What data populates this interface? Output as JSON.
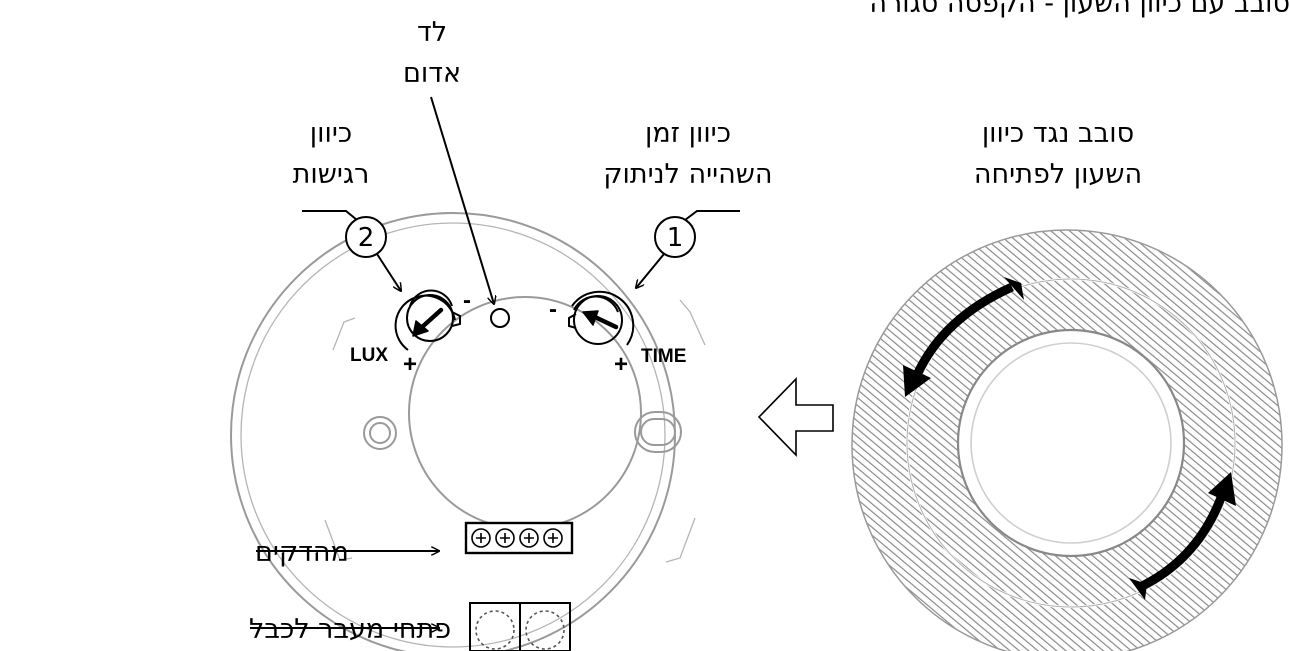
{
  "labels": {
    "top_partial": "סובב עם כיוון השעון - הקפסה סגורה",
    "led_line1": "לד",
    "led_line2": "אדום",
    "sensitivity_line1": "כיוון",
    "sensitivity_line2": "רגישות",
    "delay_line1": "כיוון זמן",
    "delay_line2": "השהייה לניתוק",
    "rotate_line1": "סובב נגד כיוון",
    "rotate_line2": "השעון לפתיחה",
    "terminals": "מהדקים",
    "cable_openings": "פתחי מעבר לכבל"
  },
  "callouts": {
    "one": "1",
    "two": "2"
  },
  "knobs": {
    "lux": "LUX",
    "time": "TIME",
    "minus": "-",
    "plus": "+"
  }
}
